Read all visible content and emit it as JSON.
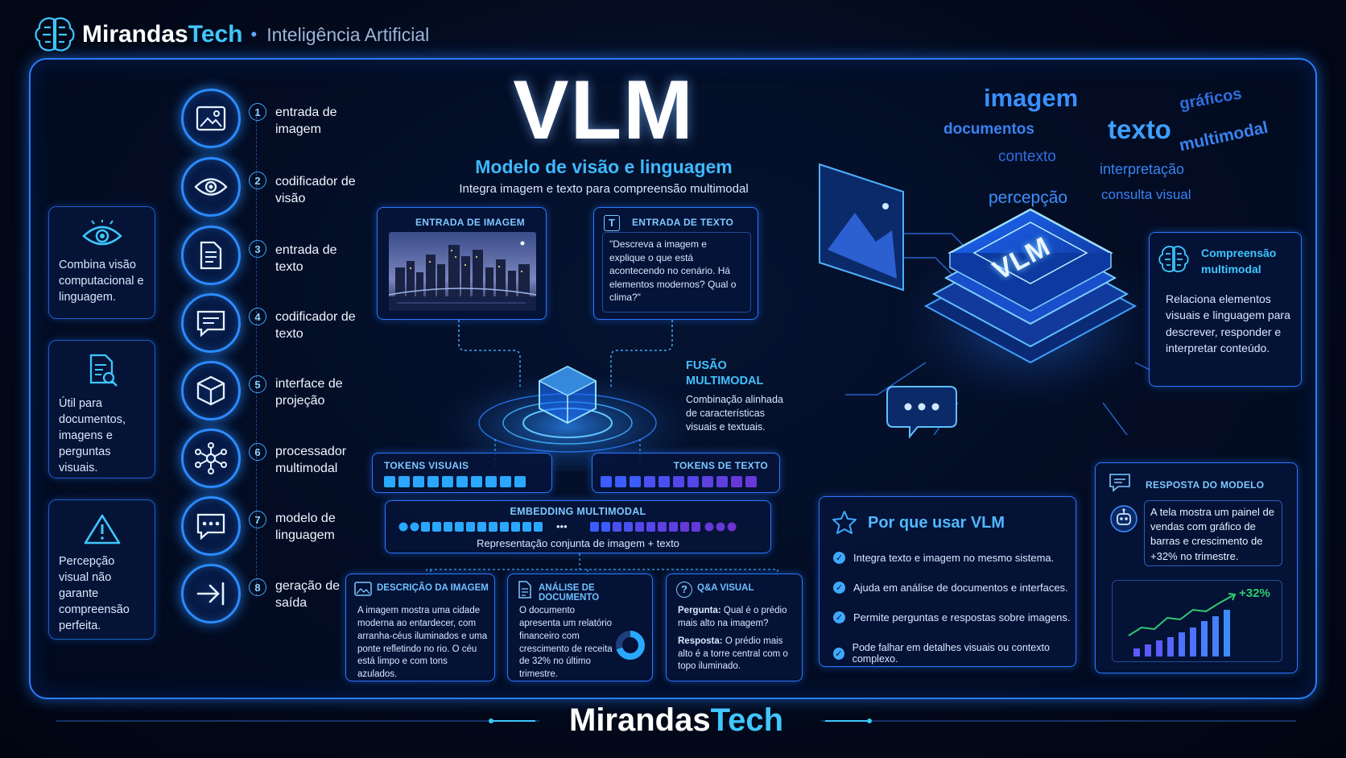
{
  "header": {
    "brand_prefix": "Mirandas",
    "brand_suffix": "Tech",
    "separator": "•",
    "subtitle": "Inteligência Artificial"
  },
  "title": {
    "main": "VLM",
    "subtitle": "Modelo de visão e linguagem",
    "description": "Integra imagem e texto para compreensão multimodal"
  },
  "left_cards": [
    {
      "icon": "eye-icon",
      "text": "Combina visão computacional e linguagem."
    },
    {
      "icon": "document-search-icon",
      "text": "Útil para documentos, imagens e perguntas visuais."
    },
    {
      "icon": "warning-icon",
      "text": "Percepção visual não garante compreensão perfeita."
    }
  ],
  "pipeline": [
    {
      "num": "1",
      "label": "entrada de imagem",
      "icon": "image-icon"
    },
    {
      "num": "2",
      "label": "codificador de visão",
      "icon": "eye-icon"
    },
    {
      "num": "3",
      "label": "entrada de texto",
      "icon": "document-icon"
    },
    {
      "num": "4",
      "label": "codificador de texto",
      "icon": "chat-text-icon"
    },
    {
      "num": "5",
      "label": "interface de projeção",
      "icon": "cube-icon"
    },
    {
      "num": "6",
      "label": "processador multimodal",
      "icon": "network-icon"
    },
    {
      "num": "7",
      "label": "modelo de linguagem",
      "icon": "chat-dots-icon"
    },
    {
      "num": "8",
      "label": "geração de saída",
      "icon": "arrow-right-icon"
    }
  ],
  "image_input": {
    "title": "ENTRADA DE IMAGEM"
  },
  "text_input": {
    "title": "ENTRADA DE TEXTO",
    "text": "\"Descreva a imagem e explique o que está acontecendo no cenário. Há elementos modernos? Qual o clima?\""
  },
  "fusion": {
    "title_line1": "FUSÃO",
    "title_line2": "MULTIMODAL",
    "desc": "Combinação alinhada de características visuais e textuais."
  },
  "tokens": {
    "visual_label": "TOKENS VISUAIS",
    "text_label": "TOKENS DE TEXTO",
    "embedding_title": "EMBEDDING MULTIMODAL",
    "embedding_desc": "Representação conjunta de imagem + texto",
    "ellipsis": "•••"
  },
  "bottom_cards": [
    {
      "title": "DESCRIÇÃO DA IMAGEM",
      "text": "A imagem mostra uma cidade moderna ao entardecer, com arranha-céus iluminados e uma ponte refletindo no rio. O céu está limpo e com tons azulados."
    },
    {
      "title": "ANÁLISE DE DOCUMENTO",
      "text": "O documento apresenta um relatório financeiro com crescimento de receita de 32% no último trimestre."
    },
    {
      "title": "Q&A VISUAL",
      "q_label": "Pergunta:",
      "q_text": "Qual é o prédio mais alto na imagem?",
      "a_label": "Resposta:",
      "a_text": "O prédio mais alto é a torre central com o topo iluminado."
    }
  ],
  "word_cloud": [
    "imagem",
    "gráficos",
    "documentos",
    "texto",
    "contexto",
    "multimodal",
    "interpretação",
    "percepção",
    "consulta visual"
  ],
  "chip_label": "VLM",
  "compreensao": {
    "title_line1": "Compreensão",
    "title_line2": "multimodal",
    "text": "Relaciona elementos visuais e linguagem para descrever, responder e interpretar conteúdo."
  },
  "why": {
    "title": "Por que usar VLM",
    "items": [
      "Integra texto e imagem no mesmo sistema.",
      "Ajuda em análise de documentos e interfaces.",
      "Permite perguntas e respostas sobre imagens.",
      "Pode falhar em detalhes visuais ou contexto complexo."
    ]
  },
  "response": {
    "title": "RESPOSTA DO MODELO",
    "text": "A tela mostra um painel de vendas com gráfico de barras e crescimento de +32% no trimestre.",
    "growth_label": "+32%"
  },
  "footer": {
    "brand_prefix": "Mirandas",
    "brand_suffix": "Tech"
  },
  "colors": {
    "accent": "#2a7cff",
    "cyan": "#3fc6ff",
    "background": "#030a1c"
  }
}
